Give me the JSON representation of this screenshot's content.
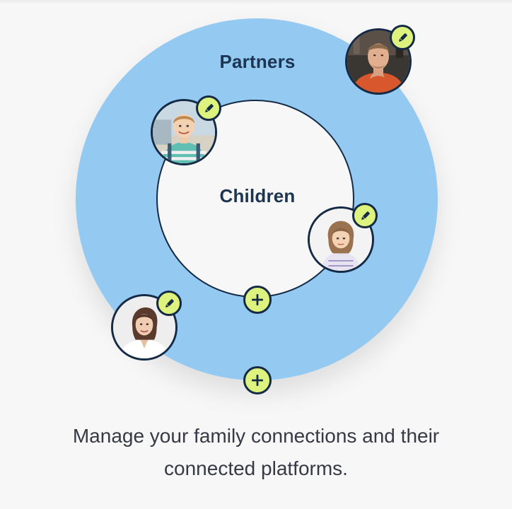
{
  "rings": {
    "outer_label": "Partners",
    "inner_label": "Children"
  },
  "caption": "Manage your family connections and their connected platforms.",
  "icons": {
    "edit": "pencil-icon",
    "add": "plus-icon"
  },
  "colors": {
    "partners_ring": "#94c9f2",
    "children_ring": "#f7f7f7",
    "outline": "#142a45",
    "badge": "#ddf37e",
    "text": "#1d3550"
  }
}
